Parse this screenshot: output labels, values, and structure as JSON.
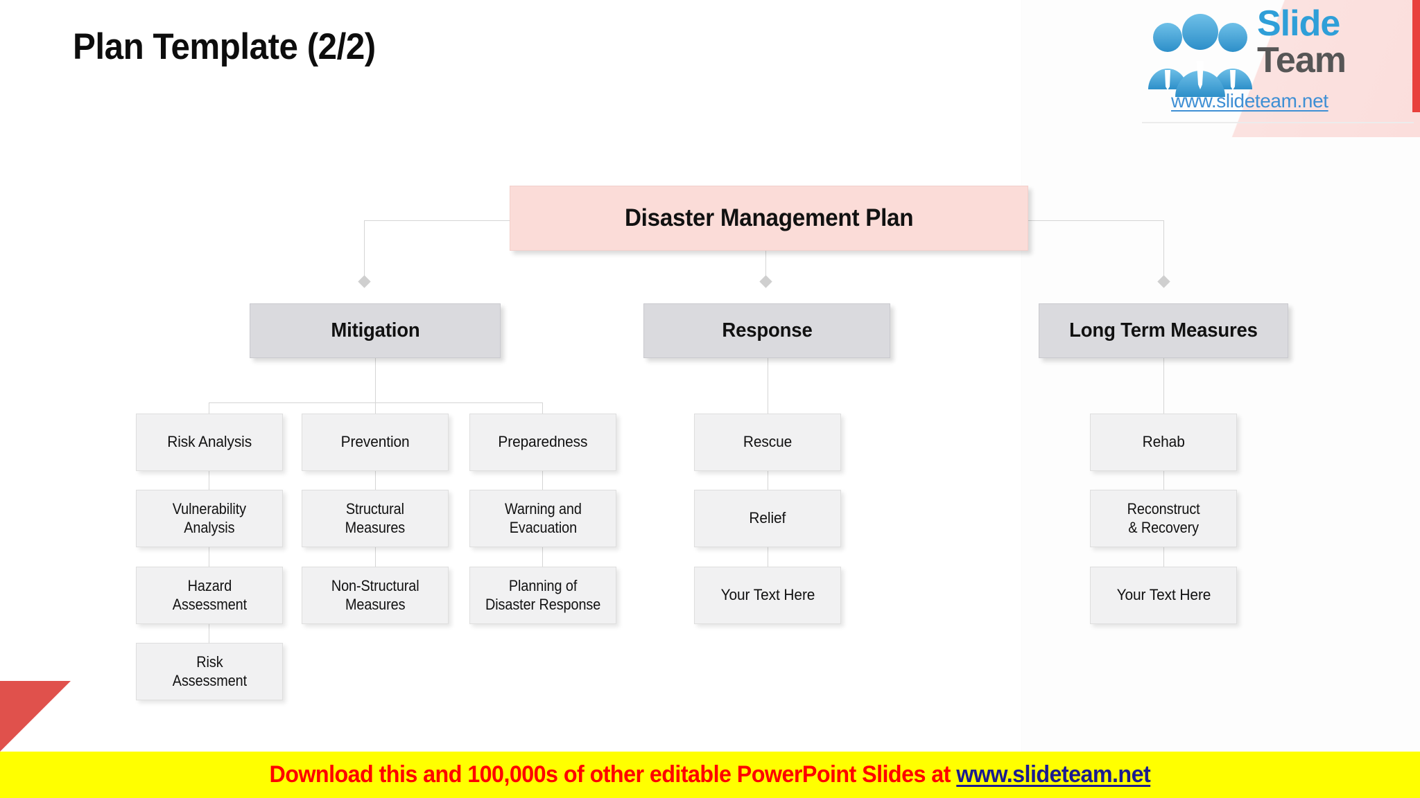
{
  "page": {
    "title": "Plan Template (2/2)"
  },
  "logo": {
    "name_part1": "Slide",
    "name_part2": "Team",
    "url": "www.slideteam.net",
    "icon": "three-people-icon",
    "color_slide": "#2f9fd8",
    "color_team": "#565656",
    "color_url": "#3e8fd4",
    "accent_red": "#e8403c"
  },
  "footer": {
    "text": "Download this and 100,000s of other editable PowerPoint Slides at ",
    "link": "www.slideteam.net",
    "background": "#ffff00",
    "text_color": "#fe0000",
    "link_color": "#1b1b8f"
  },
  "decoration": {
    "triangle_color": "#e0514c"
  },
  "chart_data": {
    "type": "diagram",
    "diagram_type": "org-chart",
    "title": "Disaster Management Plan",
    "root": {
      "label": "Disaster Management Plan",
      "fill": "#fbdcd8"
    },
    "branches": [
      {
        "label": "Mitigation",
        "fill": "#dadade",
        "columns": [
          {
            "items": [
              "Risk Analysis",
              "Vulnerability\nAnalysis",
              "Hazard\nAssessment",
              "Risk\nAssessment"
            ]
          },
          {
            "items": [
              "Prevention",
              "Structural\nMeasures",
              "Non-Structural\nMeasures"
            ]
          },
          {
            "items": [
              "Preparedness",
              "Warning and\nEvacuation",
              "Planning of\nDisaster Response"
            ]
          }
        ]
      },
      {
        "label": "Response",
        "fill": "#dadade",
        "columns": [
          {
            "items": [
              "Rescue",
              "Relief",
              "Your Text Here"
            ]
          }
        ]
      },
      {
        "label": "Long Term Measures",
        "fill": "#dadade",
        "columns": [
          {
            "items": [
              "Rehab",
              "Reconstruct\n& Recovery",
              "Your Text Here"
            ]
          }
        ]
      }
    ],
    "leaf_fill": "#f1f1f2",
    "connector_color": "#d5d5d5"
  },
  "nodes": {
    "root": "Disaster Management Plan",
    "mitigation": "Mitigation",
    "response": "Response",
    "long_term": "Long Term Measures",
    "risk_analysis": "Risk Analysis",
    "vulnerability_analysis_l1": "Vulnerability",
    "vulnerability_analysis_l2": "Analysis",
    "hazard_assessment_l1": "Hazard",
    "hazard_assessment_l2": "Assessment",
    "risk_assessment_l1": "Risk",
    "risk_assessment_l2": "Assessment",
    "prevention": "Prevention",
    "structural_measures_l1": "Structural",
    "structural_measures_l2": "Measures",
    "non_structural_l1": "Non-Structural",
    "non_structural_l2": "Measures",
    "preparedness": "Preparedness",
    "warning_l1": "Warning and",
    "warning_l2": "Evacuation",
    "planning_l1": "Planning of",
    "planning_l2": "Disaster Response",
    "rescue": "Rescue",
    "relief": "Relief",
    "response_placeholder": "Your Text Here",
    "rehab": "Rehab",
    "reconstruct_l1": "Reconstruct",
    "reconstruct_l2": "& Recovery",
    "long_term_placeholder": "Your Text Here"
  }
}
